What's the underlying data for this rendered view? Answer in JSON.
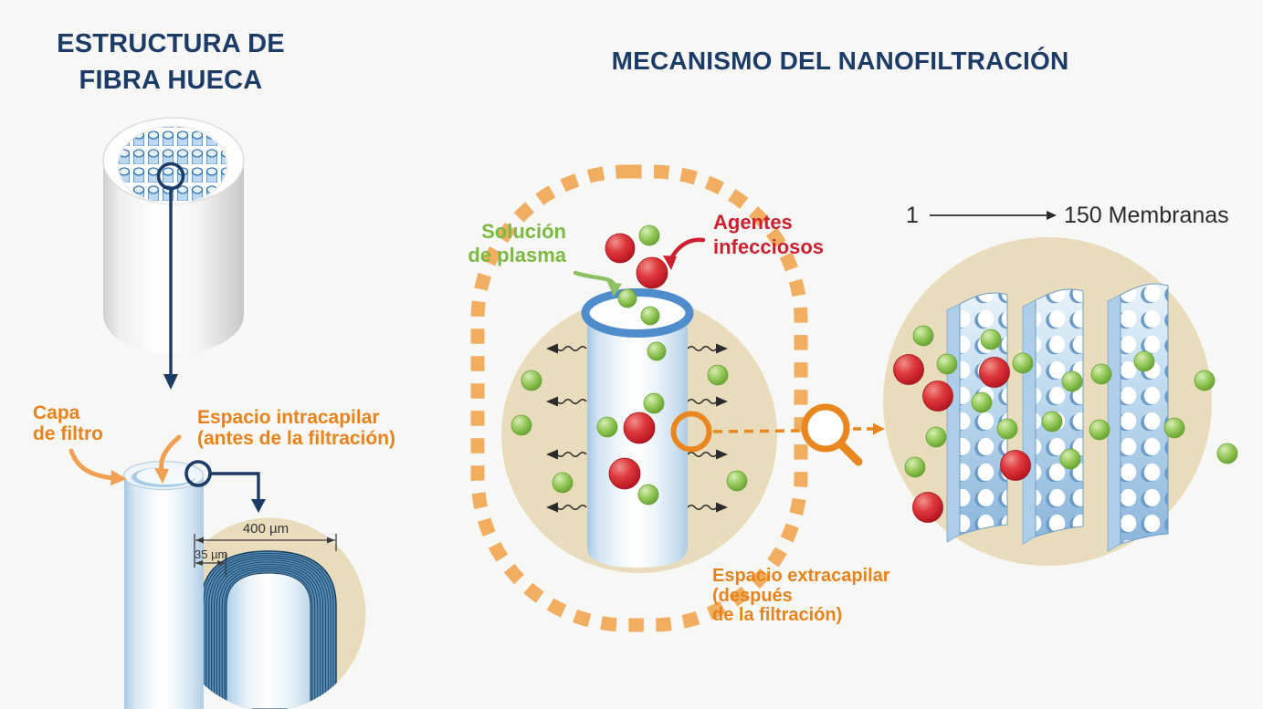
{
  "page": {
    "background": "#f7f7f6"
  },
  "left_panel": {
    "title": {
      "line1": "ESTRUCTURA DE",
      "line2": "FIBRA HUECA"
    },
    "labels": {
      "capa": {
        "line1": "Capa",
        "line2": "de filtro"
      },
      "intracapilar": {
        "line1": "Espacio intracapilar",
        "line2": "(antes de la filtración)"
      }
    },
    "dimensions": {
      "outer_diameter": "400 µm",
      "wall_thickness": "35 µm"
    }
  },
  "middle_panel": {
    "title": "MECANISMO DEL NANOFILTRACIÓN",
    "labels": {
      "plasma": {
        "line1": "Solución",
        "line2": "de plasma"
      },
      "agentes": {
        "line1": "Agentes",
        "line2": "infecciosos"
      },
      "extracapilar": {
        "line1": "Espacio extracapilar",
        "line2": "(después",
        "line3": "de la filtración)"
      }
    }
  },
  "right_panel": {
    "membrane_scale": {
      "from": "1",
      "to": "150 Membranas"
    }
  },
  "icons": {
    "magnifier": "magnifier-icon"
  },
  "colors": {
    "navy": "#1c3b66",
    "orange_label": "#e8831c",
    "orange_dash": "#f1ae60",
    "green_label": "#7cb944",
    "green_particle": "#86bf4e",
    "red_label": "#cb2030",
    "red_particle": "#cf2030",
    "beige": "#e9dcbc",
    "tube_rim_blue": "#4f8ccb",
    "membrane_blue": "#9cc3e5",
    "dimension_text": "#333333"
  }
}
